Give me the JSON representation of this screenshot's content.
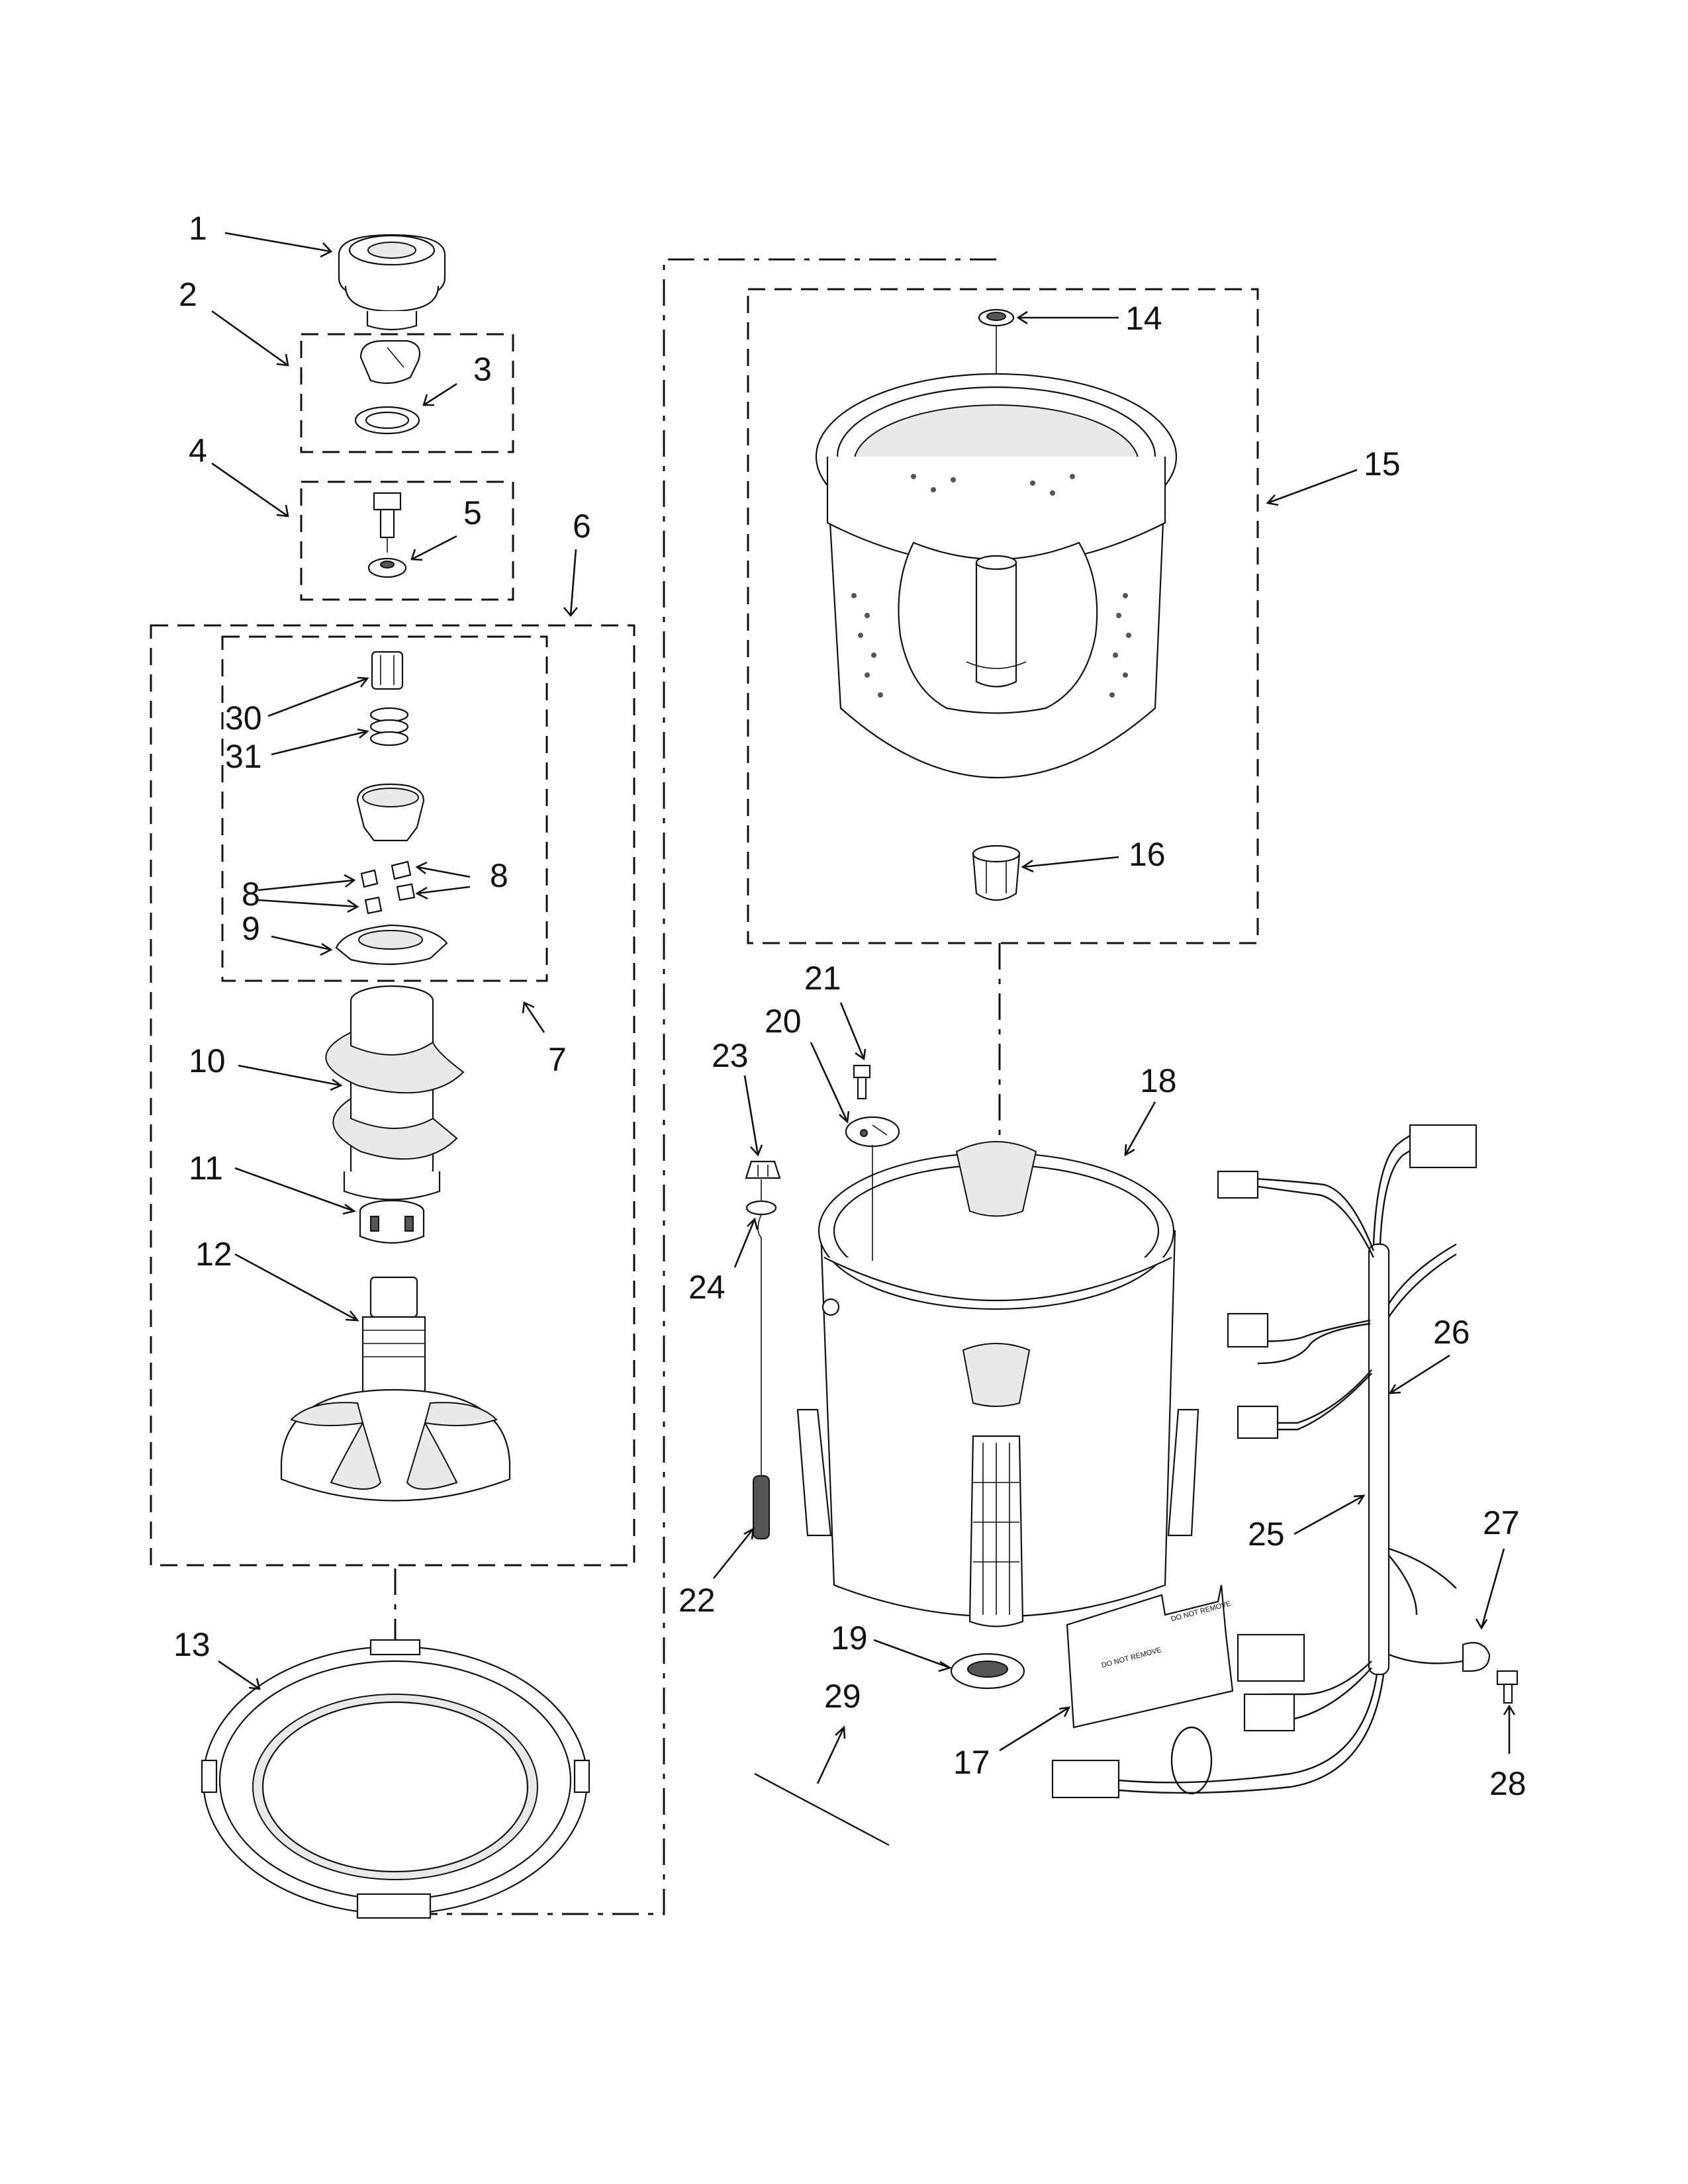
{
  "diagram": {
    "callouts": [
      {
        "id": "c1",
        "label": "1"
      },
      {
        "id": "c2",
        "label": "2"
      },
      {
        "id": "c3",
        "label": "3"
      },
      {
        "id": "c4",
        "label": "4"
      },
      {
        "id": "c5",
        "label": "5"
      },
      {
        "id": "c6",
        "label": "6"
      },
      {
        "id": "c7",
        "label": "7"
      },
      {
        "id": "c8a",
        "label": "8"
      },
      {
        "id": "c8b",
        "label": "8"
      },
      {
        "id": "c9",
        "label": "9"
      },
      {
        "id": "c10",
        "label": "10"
      },
      {
        "id": "c11",
        "label": "11"
      },
      {
        "id": "c12",
        "label": "12"
      },
      {
        "id": "c13",
        "label": "13"
      },
      {
        "id": "c14",
        "label": "14"
      },
      {
        "id": "c15",
        "label": "15"
      },
      {
        "id": "c16",
        "label": "16"
      },
      {
        "id": "c17",
        "label": "17"
      },
      {
        "id": "c18",
        "label": "18"
      },
      {
        "id": "c19",
        "label": "19"
      },
      {
        "id": "c20",
        "label": "20"
      },
      {
        "id": "c21",
        "label": "21"
      },
      {
        "id": "c22",
        "label": "22"
      },
      {
        "id": "c23",
        "label": "23"
      },
      {
        "id": "c24",
        "label": "24"
      },
      {
        "id": "c25",
        "label": "25"
      },
      {
        "id": "c26",
        "label": "26"
      },
      {
        "id": "c27",
        "label": "27"
      },
      {
        "id": "c28",
        "label": "28"
      },
      {
        "id": "c29",
        "label": "29"
      },
      {
        "id": "c30",
        "label": "30"
      },
      {
        "id": "c31",
        "label": "31"
      }
    ],
    "sticker_text_1": "DO NOT REMOVE",
    "sticker_text_2": "DO NOT REMOVE"
  }
}
